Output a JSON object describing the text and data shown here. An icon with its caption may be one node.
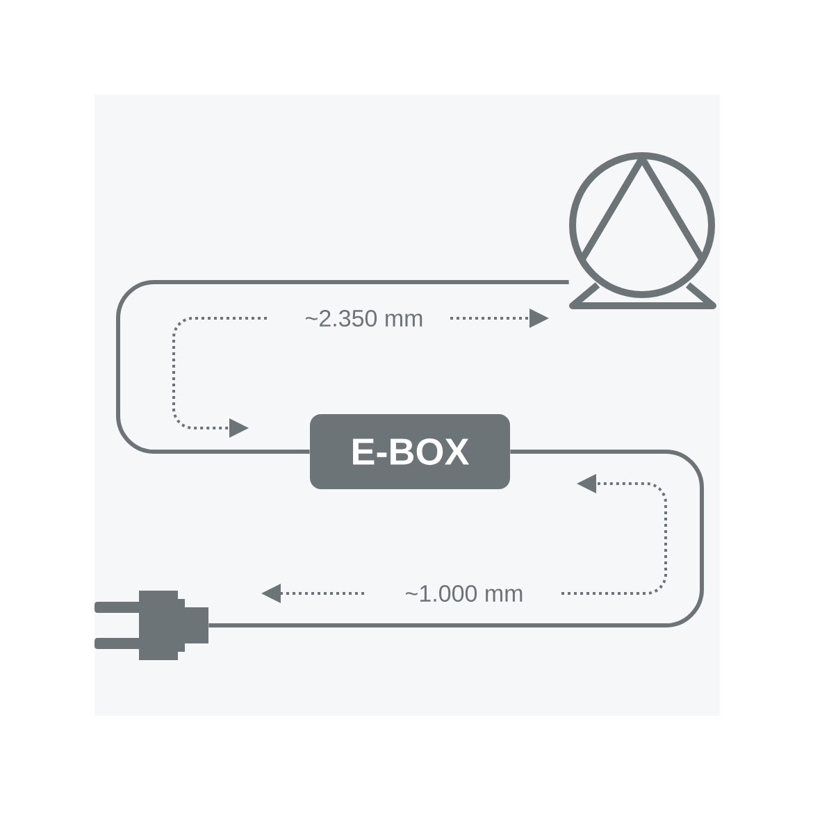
{
  "diagram": {
    "nodes": [
      {
        "text": [],
        "shape": "circle"
      },
      {
        "text": [
          "E-BOX"
        ]
      },
      {
        "text": [],
        "shape": "plug"
      }
    ],
    "edges": [
      {
        "from": 1,
        "to": 0,
        "arrow": "none"
      },
      {
        "from": 2,
        "to": 1,
        "arrow": "none"
      }
    ],
    "labels": [
      "~2.350 mm",
      "~1.000 mm"
    ]
  }
}
